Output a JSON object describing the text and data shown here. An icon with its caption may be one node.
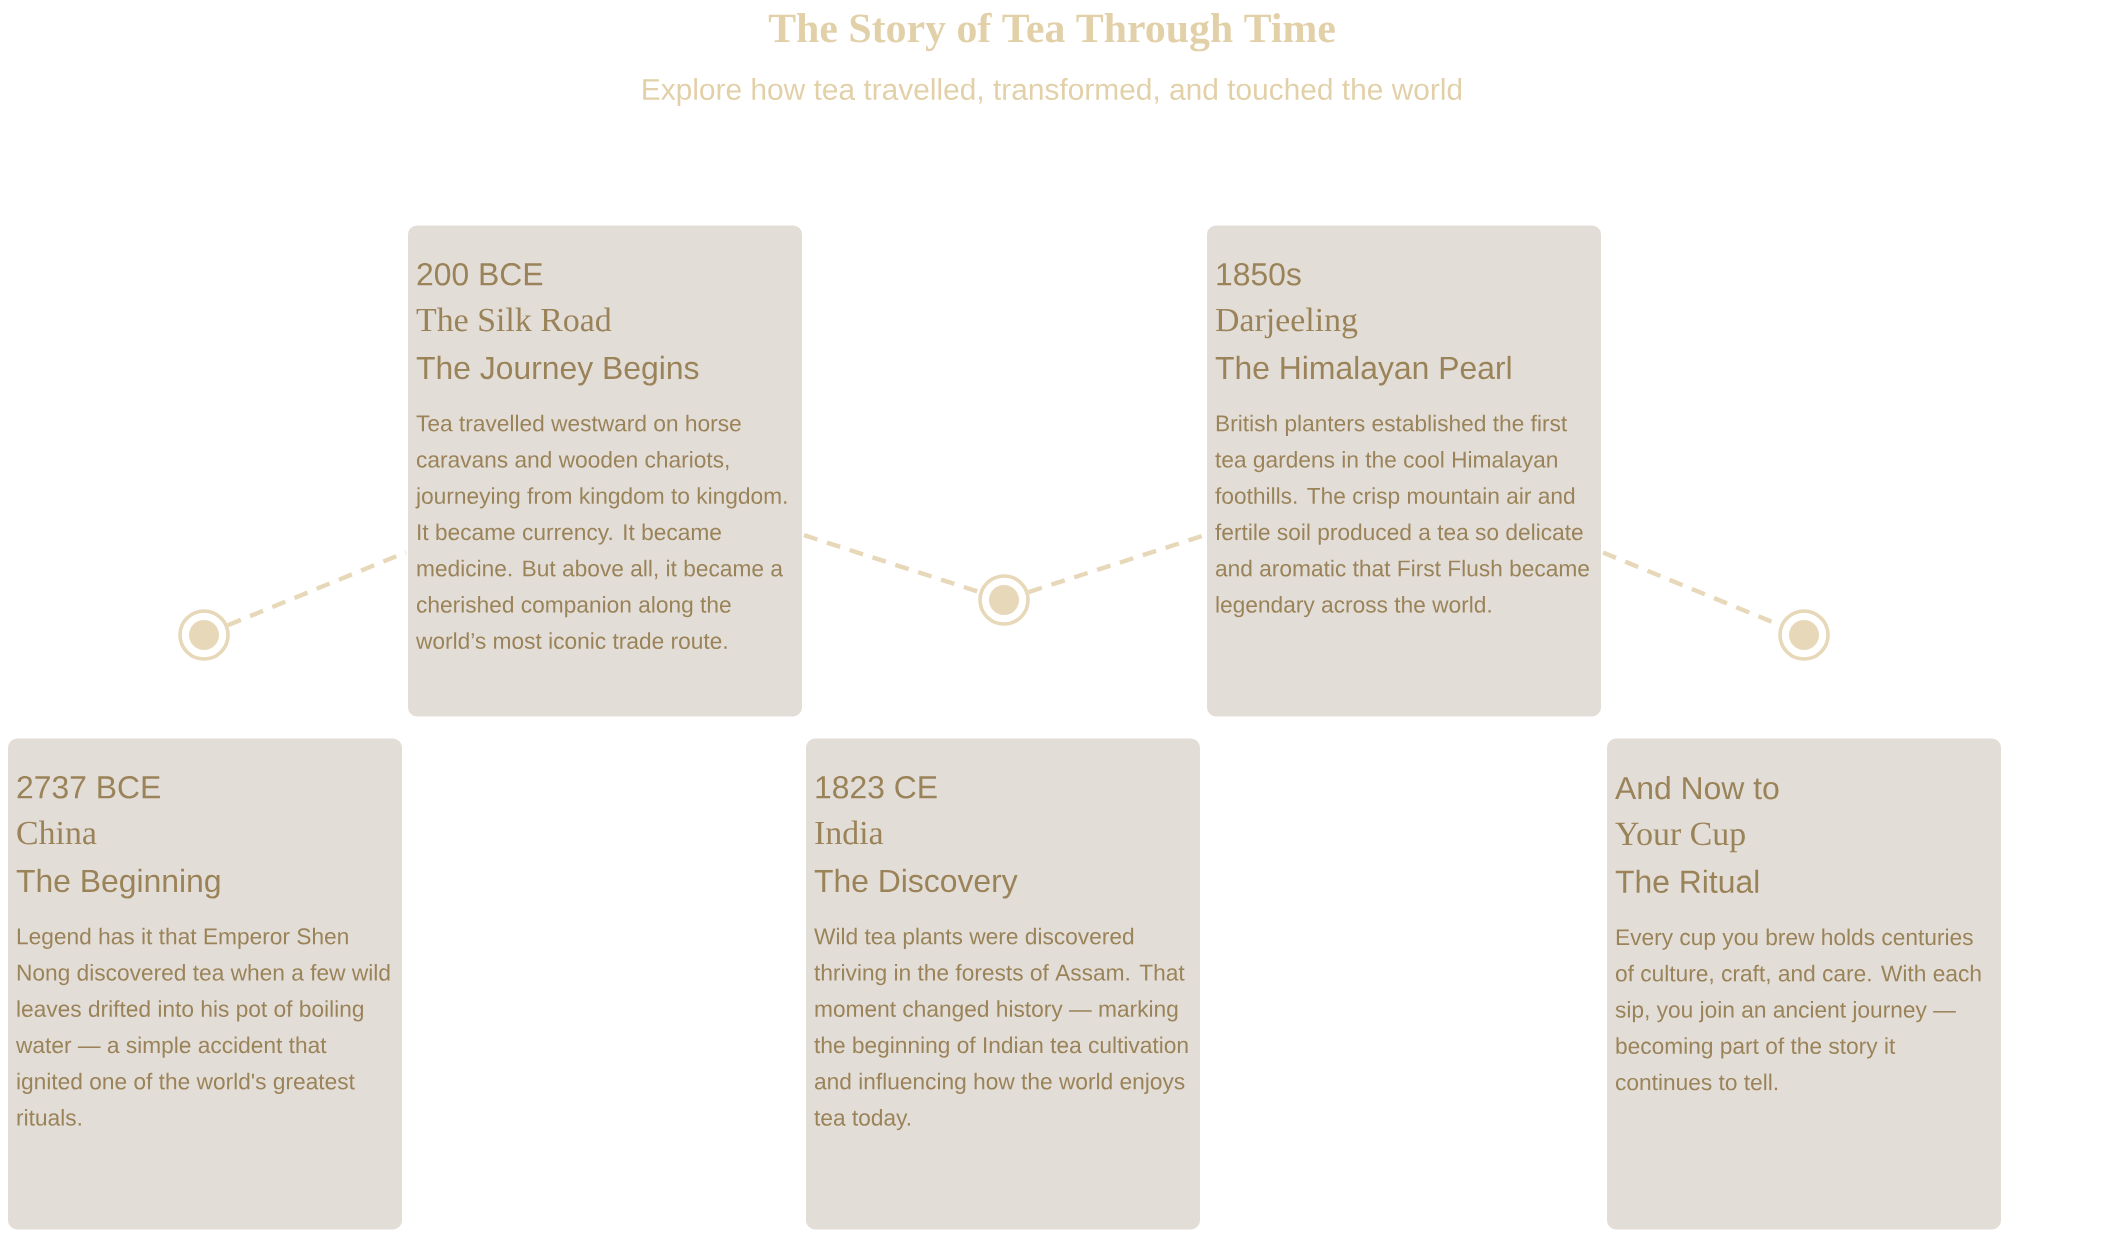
{
  "diagram": {
    "title": "The Story of Tea Through Time",
    "nodes": [
      {
        "text": [
          "200 BCE",
          "The Silk Road",
          "The Journey Begins",
          "Tea travelled westward on horse caravans and wooden chariots, journeying from kingdom to kingdom. It became currency. It became medicine. But above all, it became a cherished companion along the world’s most iconic trade route."
        ]
      },
      {
        "text": [
          "1850s",
          "Darjeeling",
          "The Himalayan Pearl",
          "British planters established the first tea gardens in the cool Himalayan foothills. The crisp mountain air and fertile soil produced a tea so delicate and aromatic that First Flush became legendary across the world."
        ]
      },
      {
        "text": [],
        "shape": "circle"
      },
      {
        "text": [],
        "shape": "circle"
      },
      {
        "text": [],
        "shape": "circle"
      },
      {
        "text": [
          "2737 BCE",
          "China",
          "The Beginning",
          "Legend has it that Emperor Shen Nong discovered tea when a few wild leaves drifted into his pot of boiling water — a simple accident that ignited one of the world's greatest rituals."
        ]
      },
      {
        "text": [
          "1823 CE",
          "India",
          "The Discovery",
          "Wild tea plants were discovered thriving in the forests of Assam. That moment changed history — marking the beginning of Indian tea cultivation and influencing how the world enjoys tea today."
        ]
      },
      {
        "text": [
          "And Now to",
          "Your Cup",
          "The Ritual",
          "Every cup you brew holds centuries of culture, craft, and care. With each sip, you join an ancient journey — becoming part of the story it continues to tell."
        ]
      }
    ],
    "edges": [
      {
        "from": 2,
        "to": 0,
        "arrow": "none"
      },
      {
        "from": 0,
        "to": 3,
        "arrow": "none"
      },
      {
        "from": 3,
        "to": 1,
        "arrow": "none"
      },
      {
        "from": 1,
        "to": 4,
        "arrow": "none"
      }
    ],
    "labels": [
      "Explore how tea travelled, transformed, and touched the world"
    ]
  }
}
